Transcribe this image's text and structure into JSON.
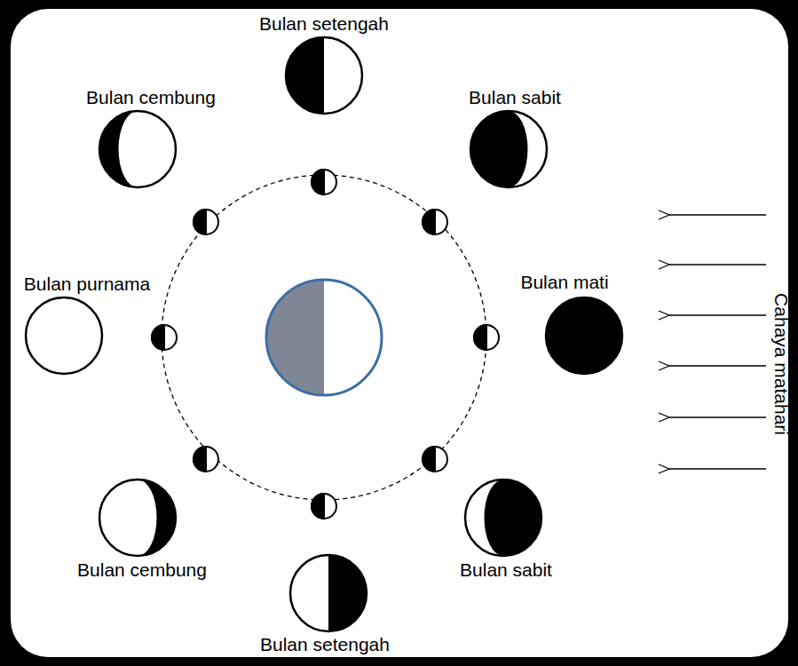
{
  "diagram": {
    "labels": [
      "Bulan setengah",
      "Bulan cembung",
      "Bulan sabit",
      "Bulan purnama",
      "Bulan mati",
      "Cahaya matahari",
      "Bulan cembung",
      "Bulan sabit",
      "Bulan setengah"
    ]
  }
}
